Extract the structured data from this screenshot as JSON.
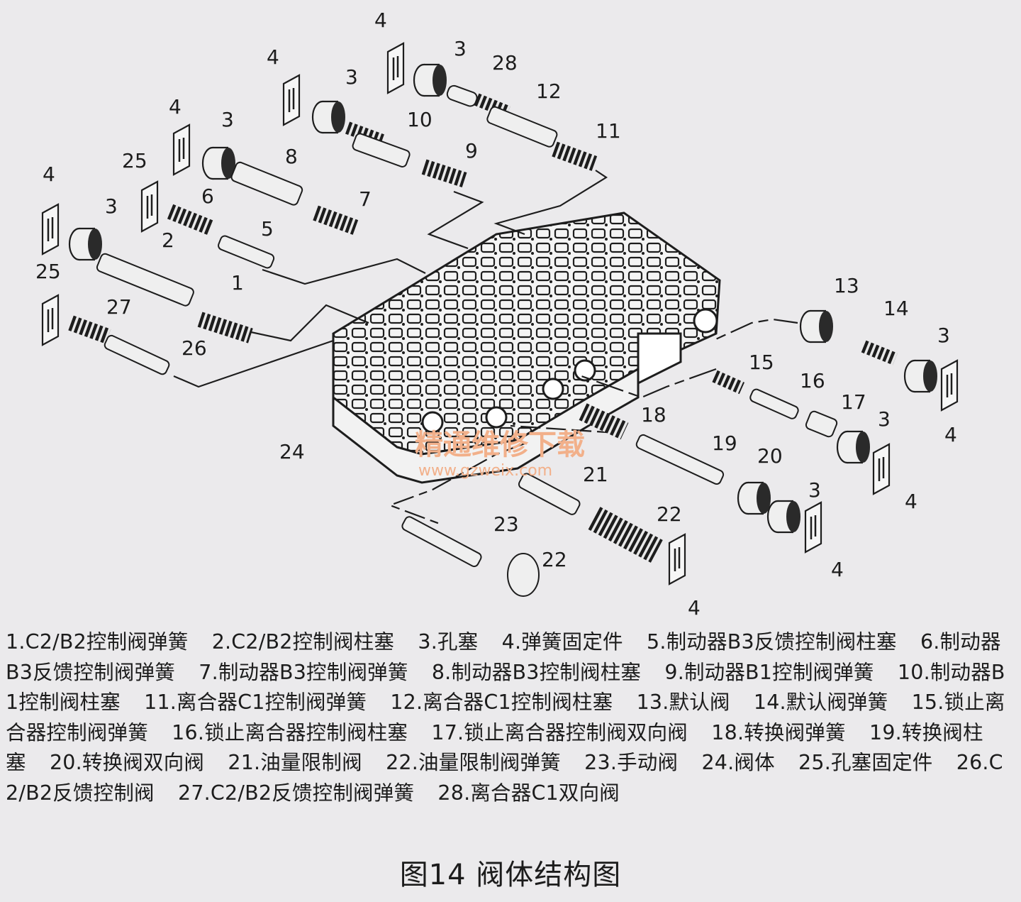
{
  "labels": {
    "n1": "1",
    "n2": "2",
    "n3": "3",
    "n4": "4",
    "n5": "5",
    "n6": "6",
    "n7": "7",
    "n8": "8",
    "n9": "9",
    "n10": "10",
    "n11": "11",
    "n12": "12",
    "n13": "13",
    "n14": "14",
    "n15": "15",
    "n16": "16",
    "n17": "17",
    "n18": "18",
    "n19": "19",
    "n20": "20",
    "n21": "21",
    "n22": "22",
    "n23": "23",
    "n24": "24",
    "n25": "25",
    "n26": "26",
    "n27": "27",
    "n28": "28"
  },
  "watermark": {
    "text": "精通维修下载",
    "url": "www.gzweix.com"
  },
  "legend": [
    "1.C2/B2控制阀弹簧",
    "2.C2/B2控制阀柱塞",
    "3.孔塞",
    "4.弹簧固定件",
    "5.制动器B3反馈控制阀柱塞",
    "6.制动器B3反馈控制阀弹簧",
    "7.制动器B3控制阀弹簧",
    "8.制动器B3控制阀柱塞",
    "9.制动器B1控制阀弹簧",
    "10.制动器B1控制阀柱塞",
    "11.离合器C1控制阀弹簧",
    "12.离合器C1控制阀柱塞",
    "13.默认阀",
    "14.默认阀弹簧",
    "15.锁止离合器控制阀弹簧",
    "16.锁止离合器控制阀柱塞",
    "17.锁止离合器控制阀双向阀",
    "18.转换阀弹簧",
    "19.转换阀柱塞",
    "20.转换阀双向阀",
    "21.油量限制阀",
    "22.油量限制阀弹簧",
    "23.手动阀",
    "24.阀体",
    "25.孔塞固定件",
    "26.C2/B2反馈控制阀",
    "27.C2/B2反馈控制阀弹簧",
    "28.离合器C1双向阀"
  ],
  "caption": "图14 阀体结构图"
}
